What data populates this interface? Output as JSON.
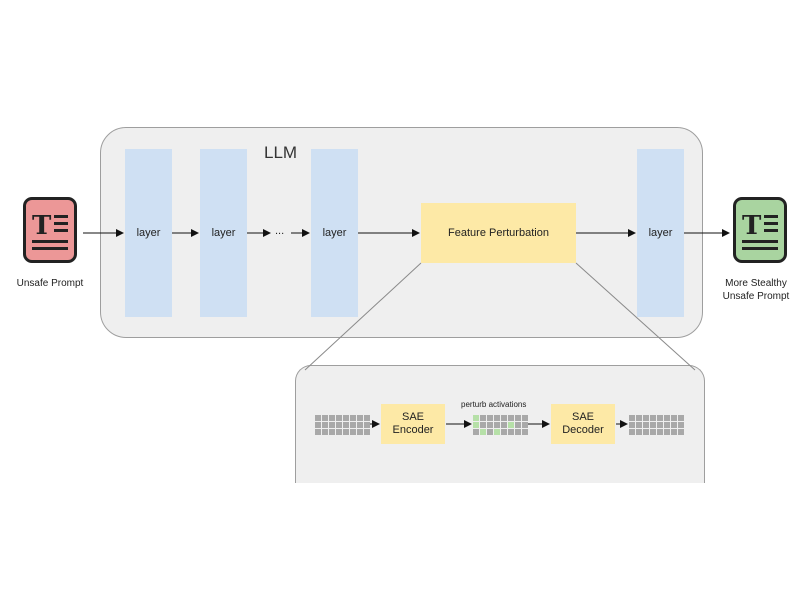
{
  "diagram": {
    "llm_title": "LLM",
    "layers": [
      "layer",
      "layer",
      "layer",
      "layer"
    ],
    "ellipsis": "...",
    "feature_perturbation": "Feature Perturbation",
    "input_caption": "Unsafe Prompt",
    "output_caption_line1": "More Stealthy",
    "output_caption_line2": "Unsafe Prompt",
    "zoom": {
      "encoder_line1": "SAE",
      "encoder_line2": "Encoder",
      "decoder_line1": "SAE",
      "decoder_line2": "Decoder",
      "perturb_label": "perturb  activations"
    },
    "colors": {
      "layer": "#cfe0f3",
      "perturbation": "#fde9a6",
      "input_doc": "#ec9797",
      "output_doc": "#a9d4a0",
      "activation_cell": "#a9a9a9",
      "perturbed_cell": "#b6e0a8"
    },
    "icons": [
      "document-icon",
      "document-icon"
    ]
  }
}
